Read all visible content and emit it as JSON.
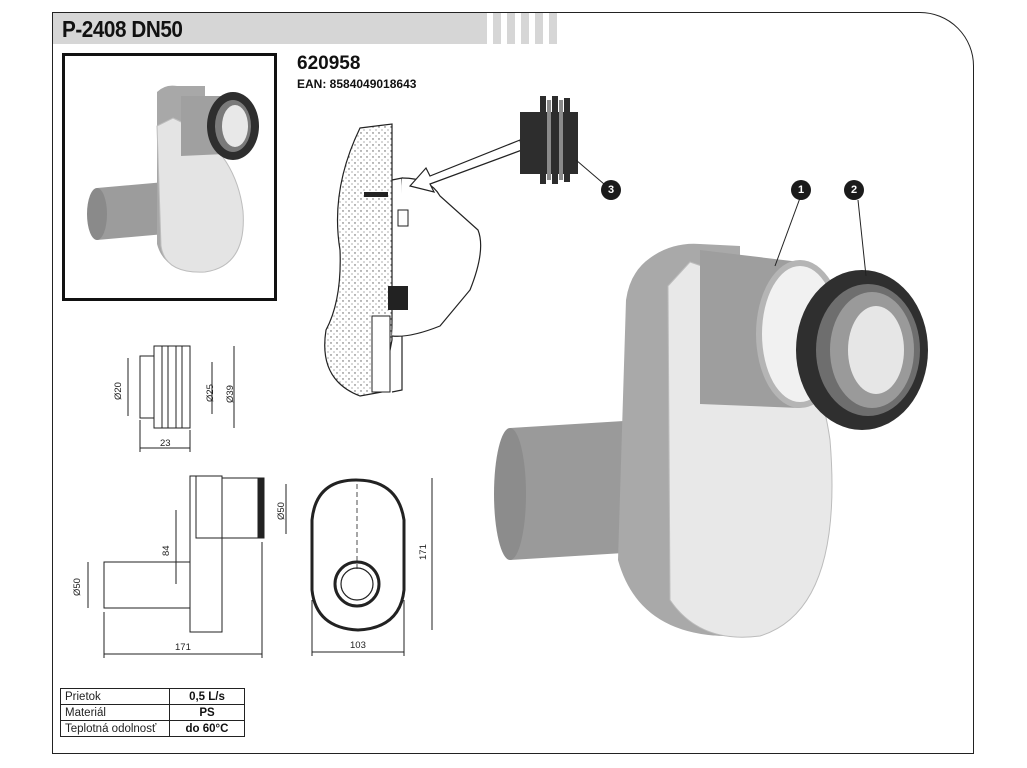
{
  "header": {
    "title": "P-2408 DN50",
    "code": "620958",
    "ean": "EAN: 8584049018643"
  },
  "callouts": [
    "1",
    "2",
    "3"
  ],
  "dimensions": {
    "d20": "Ø20",
    "d25": "Ø25",
    "d39": "Ø39",
    "w23": "23",
    "d50_top": "Ø50",
    "h84": "84",
    "d50_side": "Ø50",
    "w171": "171",
    "h171": "171",
    "w103": "103"
  },
  "spec_table": [
    {
      "label": "Prietok",
      "value": "0,5 L/s"
    },
    {
      "label": "Materiál",
      "value": "PS"
    },
    {
      "label": "Teplotná odolnosť",
      "value": "do 60°C"
    }
  ],
  "colors": {
    "pipe_gray": "#9a9a9a",
    "body_light": "#e6e6e6",
    "ring_dark": "#2f2f2f",
    "title_bar": "#d6d6d6"
  }
}
